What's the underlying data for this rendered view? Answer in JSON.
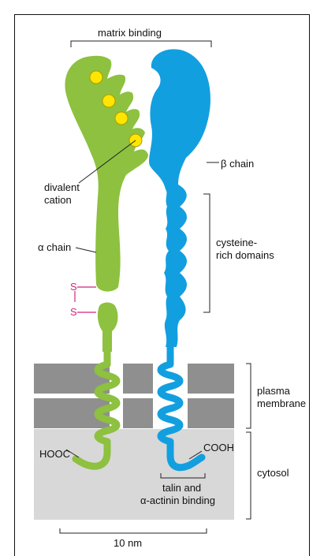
{
  "labels": {
    "matrix_binding": "matrix binding",
    "beta_chain": "β chain",
    "divalent": "divalent",
    "cation": "cation",
    "alpha_chain": "α chain",
    "cysteine": "cysteine-",
    "rich_domains": "rich domains",
    "s_top": "S",
    "s_bottom": "S",
    "plasma": "plasma",
    "membrane": "membrane",
    "hooc": "HOOC",
    "cooh": "COOH",
    "cytosol": "cytosol",
    "talin_and": "talin and",
    "actinin_binding": "α-actinin binding",
    "scale": "10 nm"
  },
  "colors": {
    "alpha": "#8dc13f",
    "beta": "#129fe0",
    "cation": "#ffe600",
    "membrane": "#8f8f8f",
    "cytosol": "#d8d8d8",
    "disulfide": "#d4237a"
  }
}
